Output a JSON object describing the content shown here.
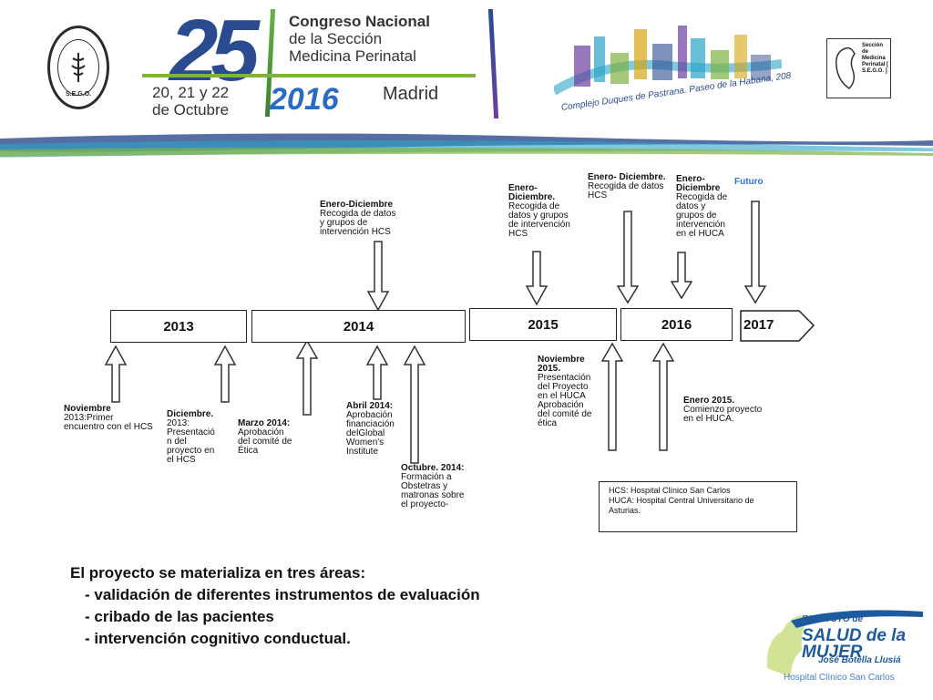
{
  "header": {
    "congress_line1": "Congreso Nacional",
    "congress_line2": "de la Sección",
    "congress_line3": "Medicina Perinatal",
    "dates_line1": "20, 21 y 22",
    "dates_line2": "de Octubre",
    "year": "2016",
    "city": "Madrid",
    "edition": "25",
    "venue": "Complejo Duques de Pastrana. Paseo de la Habana, 208",
    "sego_seal": "S.E.G.O.",
    "perinatal_badge": "Sección de Medicina Perinatal [ S.E.G.O. ]"
  },
  "timeline": {
    "years": [
      "2013",
      "2014",
      "2015",
      "2016",
      "2017"
    ],
    "top_events": {
      "e2014": {
        "head": "Enero-Diciembre",
        "body": [
          "Recogida de datos",
          "y grupos de",
          "intervención HCS"
        ]
      },
      "e2015": {
        "head": "Enero-",
        "head2": "Diciembre.",
        "body": [
          "Recogida de",
          "datos y grupos",
          "de intervención",
          "HCS"
        ]
      },
      "e2016a": {
        "head": "Enero- Diciembre.",
        "body": [
          "Recogida de datos",
          "HCS"
        ]
      },
      "e2016b": {
        "head": "Enero-",
        "head2": "Diciembre",
        "body": [
          "Recogida de",
          "datos y",
          "grupos de",
          "intervención",
          "en el HUCA"
        ]
      },
      "future": "Futuro"
    },
    "bottom_events": {
      "nov2013": {
        "head": "Noviembre",
        "body": [
          "2013:Primer",
          "encuentro con el HCS"
        ]
      },
      "dic2013": {
        "head": "Diciembre.",
        "body": [
          "2013:",
          "Presentació",
          "n del",
          "proyecto en",
          "el HCS"
        ]
      },
      "mar2014": {
        "head": "Marzo 2014:",
        "body": [
          "Aprobación",
          "del comité de",
          "Ética"
        ]
      },
      "abr2014": {
        "head": "Abril 2014:",
        "body": [
          "Aprobación",
          "financiación",
          "delGlobal",
          "Women's",
          "Institute"
        ]
      },
      "oct2014": {
        "head": "Octubre. 2014:",
        "body": [
          "Formación a",
          "Obstetras y",
          "matronas sobre",
          "el proyecto-"
        ]
      },
      "nov2015": {
        "head": "Noviembre",
        "head2": "2015.",
        "body": [
          "Presentación",
          "del Proyecto",
          "en el HUCA",
          "Aprobación",
          "del comité de",
          "ética"
        ]
      },
      "ene2015": {
        "head": "Enero 2015.",
        "body": [
          "Comienzo proyecto",
          "en el HUCA."
        ]
      }
    },
    "legend": [
      "HCS: Hospital Clínico San Carlos",
      "HUCA: Hospital Central Universitario de",
      "Asturias."
    ]
  },
  "summary": {
    "intro": "El proyecto se materializa en tres áreas:",
    "items": [
      "- validación de diferentes instrumentos de evaluación",
      "- cribado de las pacientes",
      "- intervención cognitivo conductual."
    ]
  },
  "institute": {
    "name_line1": "INSTITUTO de",
    "name_line2": "SALUD de la MUJER",
    "person": "José Botella Llusiá",
    "hospital": "Hospital Clínico San Carlos"
  },
  "colors": {
    "accent_blue": "#2f6fd6",
    "brand_green": "#7fb241",
    "brand_navy": "#2a4b8f"
  }
}
